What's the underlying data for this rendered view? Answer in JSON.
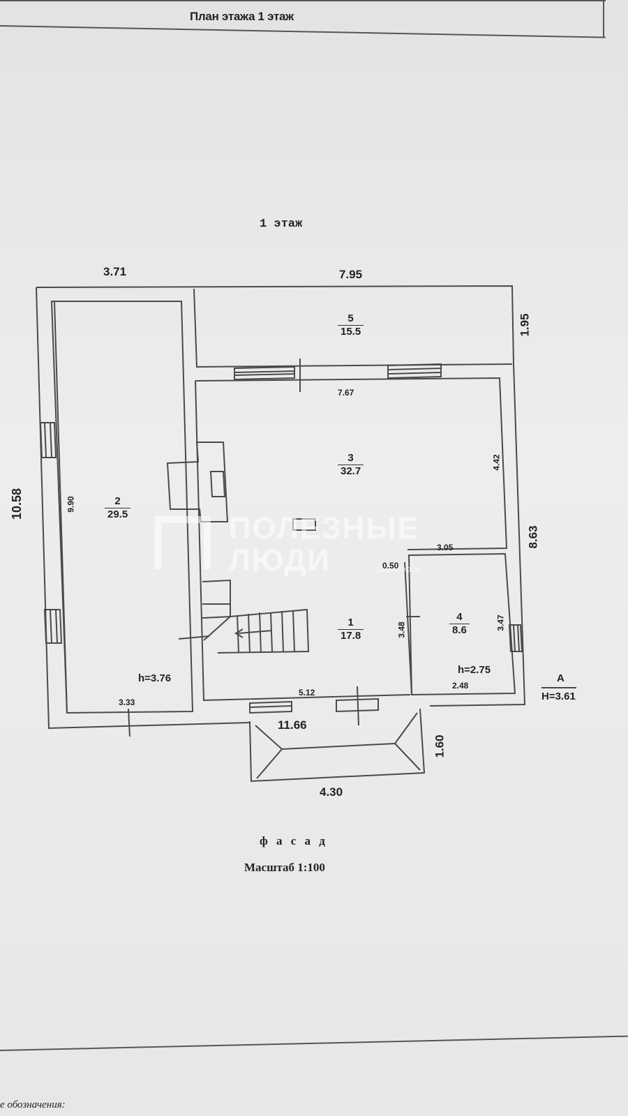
{
  "header": {
    "title": "План этажа 1 этаж"
  },
  "floor_label": "1 этаж",
  "dimensions": {
    "top_left": "3.71",
    "top_right": "7.95",
    "left_total": "10.58",
    "right_upper": "1.95",
    "right_lower": "8.63",
    "room2_height": "9.90",
    "room3_width": "7.67",
    "room3_side": "4.42",
    "room4_top": "3.05",
    "step_offset": "0.50",
    "room1_side": "3.48",
    "room4_side": "3.47",
    "room1_bottom": "5.12",
    "room2_bottom": "3.33",
    "room4_bottom": "2.48",
    "total_width": "11.66",
    "porch_depth": "1.60",
    "porch_width": "4.30"
  },
  "rooms": [
    {
      "number": "1",
      "area": "17.8"
    },
    {
      "number": "2",
      "area": "29.5"
    },
    {
      "number": "3",
      "area": "32.7"
    },
    {
      "number": "4",
      "area": "8.6"
    },
    {
      "number": "5",
      "area": "15.5"
    }
  ],
  "heights": {
    "room2": "h=3.76",
    "room4": "h=2.75",
    "marker_letter": "А",
    "overall": "H=3.61"
  },
  "facade_label": "ф а с а д",
  "scale_label": "Масштаб  1:100",
  "watermark": {
    "line1": "ПОЛЕЗНЫЕ",
    "line2": "ЛЮДИ",
    "sub": "риэлторов"
  },
  "footer_text": "е обозначения:"
}
